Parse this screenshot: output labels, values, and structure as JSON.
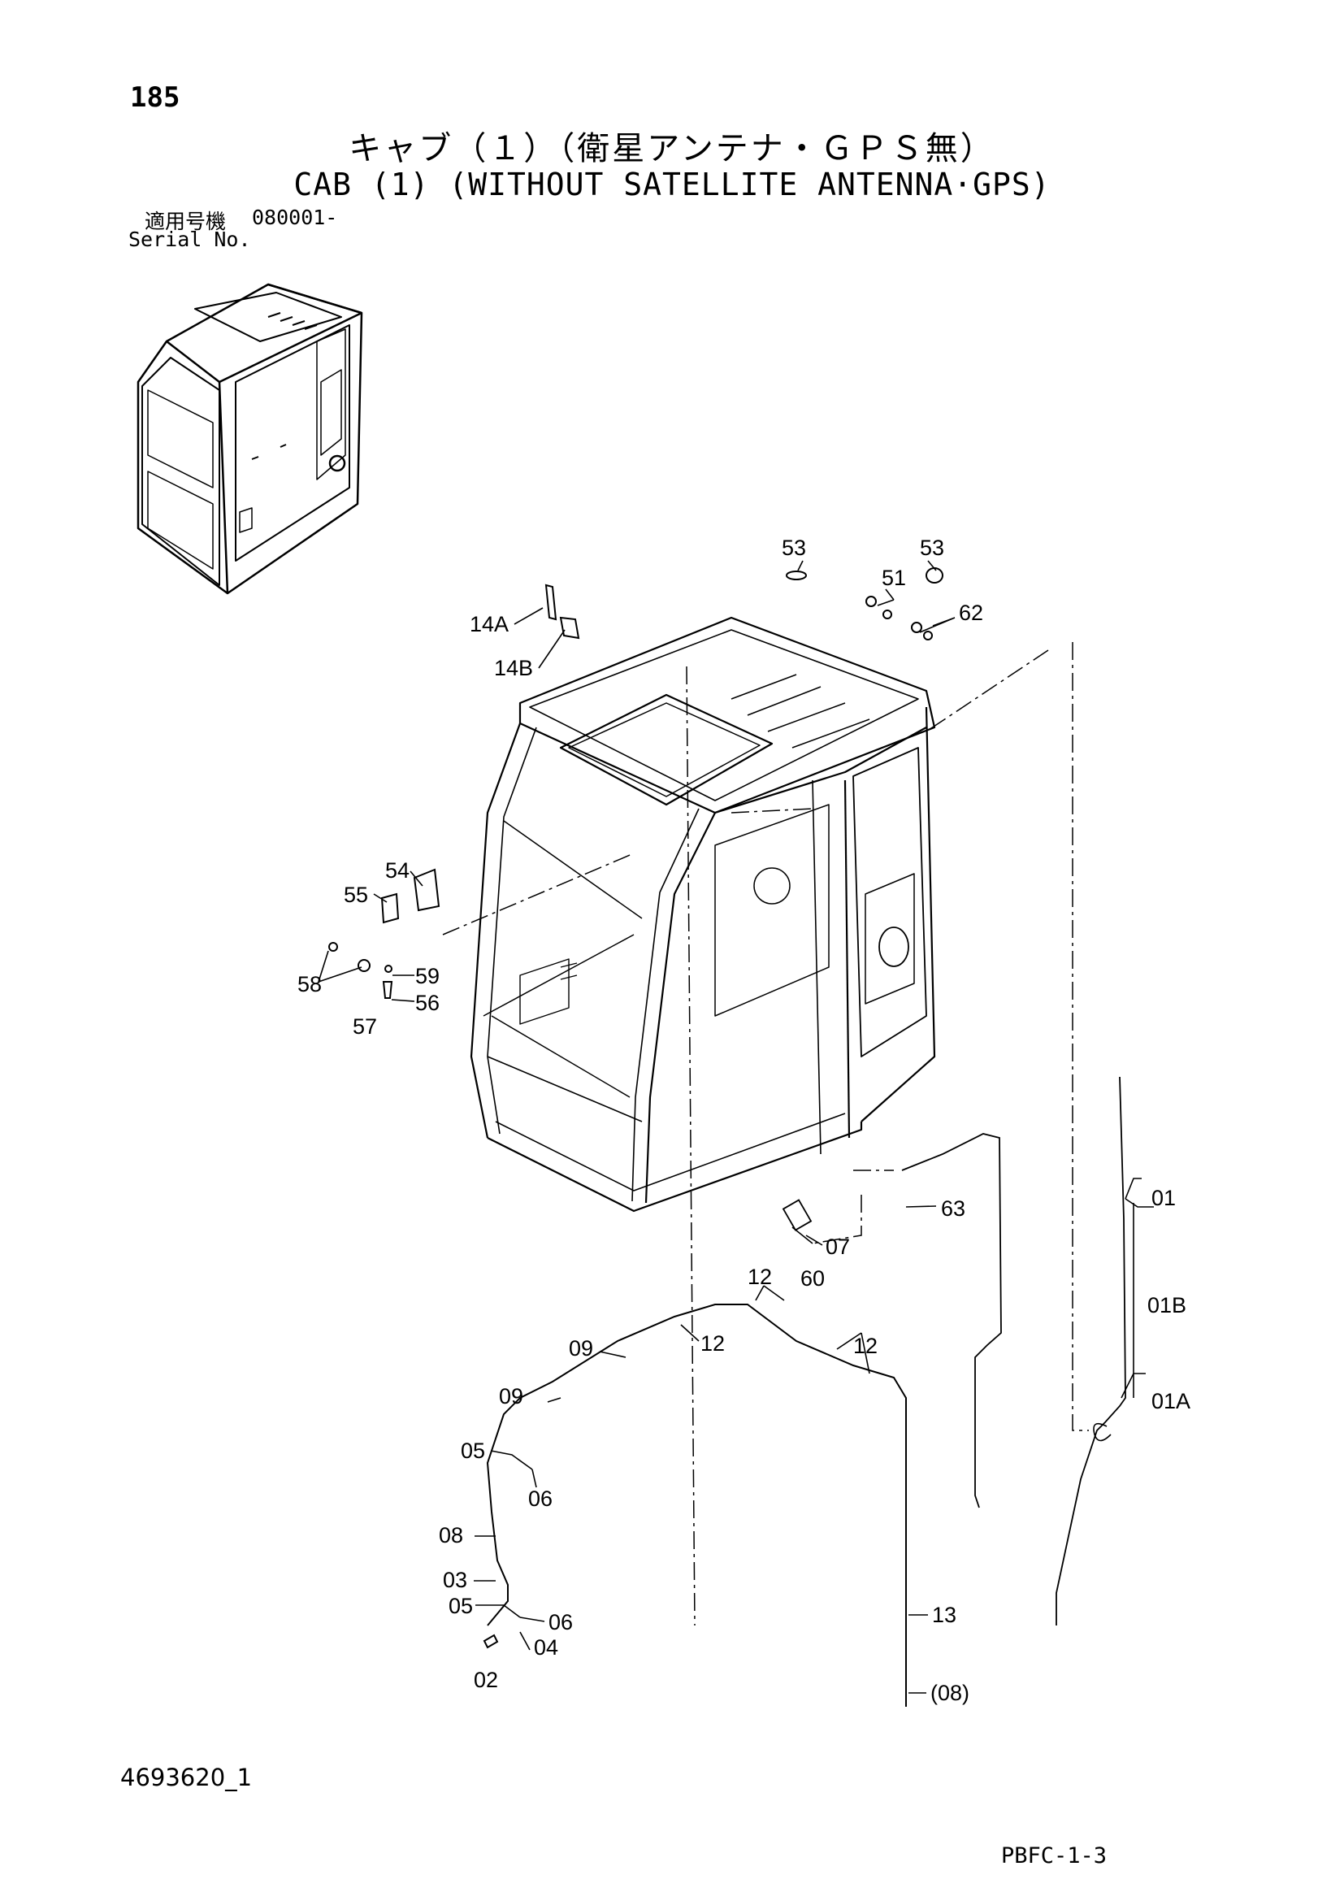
{
  "header": {
    "page_number": "185",
    "title_jp": "キャブ（１）（衛星アンテナ・ＧＰＳ無）",
    "title_en": "CAB (1)  (WITHOUT SATELLITE ANTENNA·GPS)",
    "serial_label_jp": "適用号機",
    "serial_value": "080001-",
    "serial_label_en": "Serial No."
  },
  "callouts": {
    "p53a": "53",
    "p53b": "53",
    "p51": "51",
    "p62": "62",
    "p14a": "14A",
    "p14b": "14B",
    "p54": "54",
    "p55": "55",
    "p58": "58",
    "p59": "59",
    "p56": "56",
    "p57": "57",
    "p63": "63",
    "p07": "07",
    "p60": "60",
    "p01": "01",
    "p01b": "01B",
    "p01a": "01A",
    "p12a": "12",
    "p12b": "12",
    "p12c": "12",
    "p09a": "09",
    "p09b": "09",
    "p05a": "05",
    "p06a": "06",
    "p08": "08",
    "p03": "03",
    "p05b": "05",
    "p06b": "06",
    "p04": "04",
    "p02": "02",
    "p13": "13",
    "p08ref": "(08)"
  },
  "footer": {
    "doc_number": "4693620_1",
    "page_code": "PBFC-1-3"
  }
}
